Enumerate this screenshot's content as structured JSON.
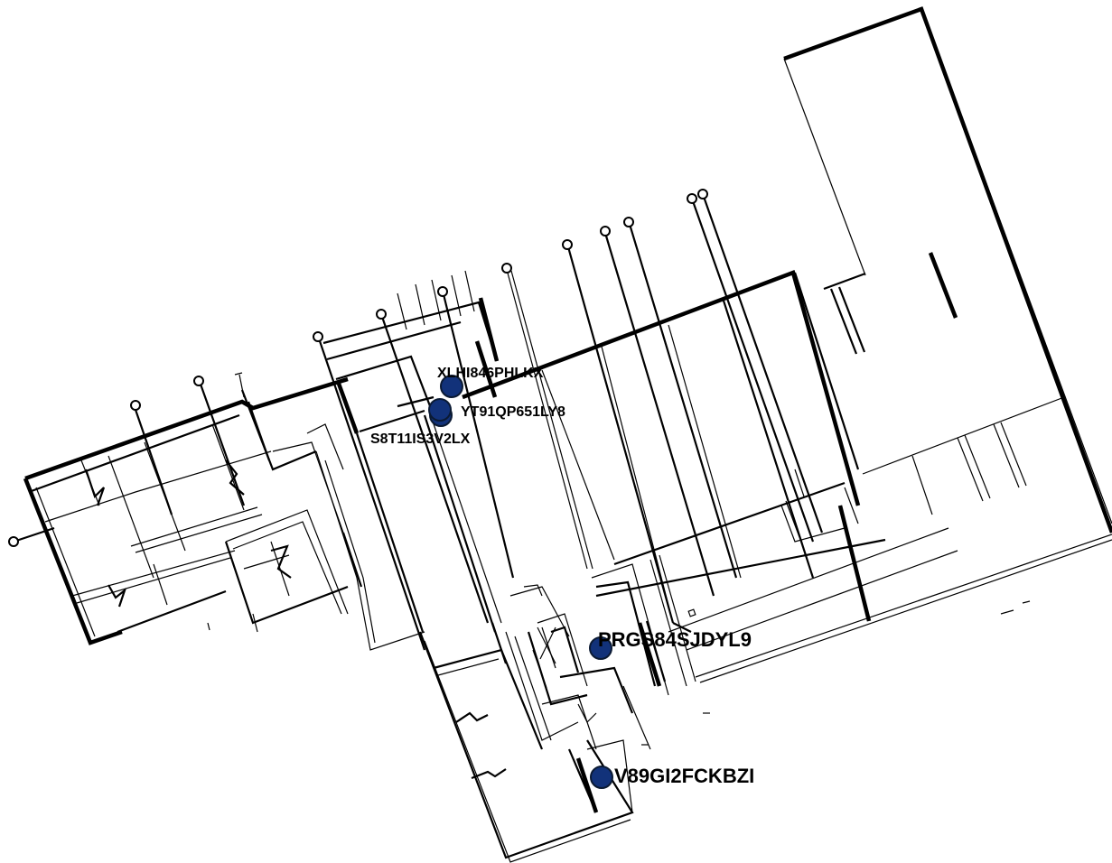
{
  "map": {
    "marker_color": "#12327a",
    "markers": [
      {
        "id": "XLHI846PHLKX",
        "label": "XLHI846PHLKX"
      },
      {
        "id": "YT91QP651LY8",
        "label": "YT91QP651LY8"
      },
      {
        "id": "S8T11IS3V2LX",
        "label": "S8T11IS3V2LX"
      },
      {
        "id": "PRGS84SJDYL9",
        "label": "PRGS84SJDYL9"
      },
      {
        "id": "V89GI2FCKBZI",
        "label": "V89GI2FCKBZI"
      }
    ]
  }
}
